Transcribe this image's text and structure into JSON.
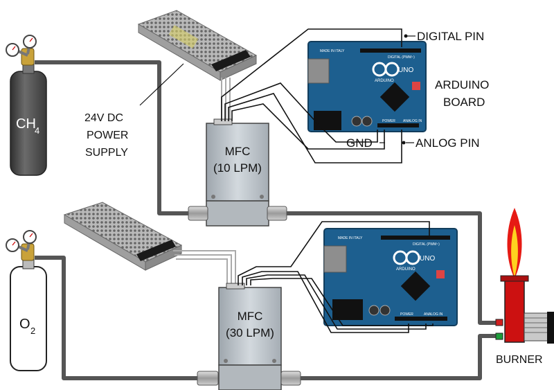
{
  "labels": {
    "ch4": "CH",
    "ch4_sub": "4",
    "o2": "O",
    "o2_sub": "2",
    "power_supply_line1": "24V DC",
    "power_supply_line2": "POWER",
    "power_supply_line3": "SUPPLY",
    "mfc1_line1": "MFC",
    "mfc1_line2": "(10 LPM)",
    "mfc2_line1": "MFC",
    "mfc2_line2": "(30 LPM)",
    "digital_pin": "DIGITAL PIN",
    "arduino_line1": "ARDUINO",
    "arduino_line2": "BOARD",
    "gnd": "GND",
    "analog_pin": "ANLOG PIN",
    "burner": "BURNER"
  },
  "board_print": {
    "uno": "UNO",
    "arduino": "ARDUINO",
    "made_in": "MADE IN ITALY",
    "digital": "DIGITAL (PWM~)",
    "power": "POWER",
    "analog_in": "ANALOG IN"
  },
  "colors": {
    "pipe": "#555555",
    "wire": "#111111",
    "cylinder_ch4": "#4f4f4f",
    "cylinder_o2": "#ffffff",
    "mfc_body": "#bfc6cd",
    "arduino_board": "#1d5f8f",
    "burner_red": "#cc1111",
    "flame_outer": "#e61a14",
    "flame_inner": "#ffd21f"
  }
}
